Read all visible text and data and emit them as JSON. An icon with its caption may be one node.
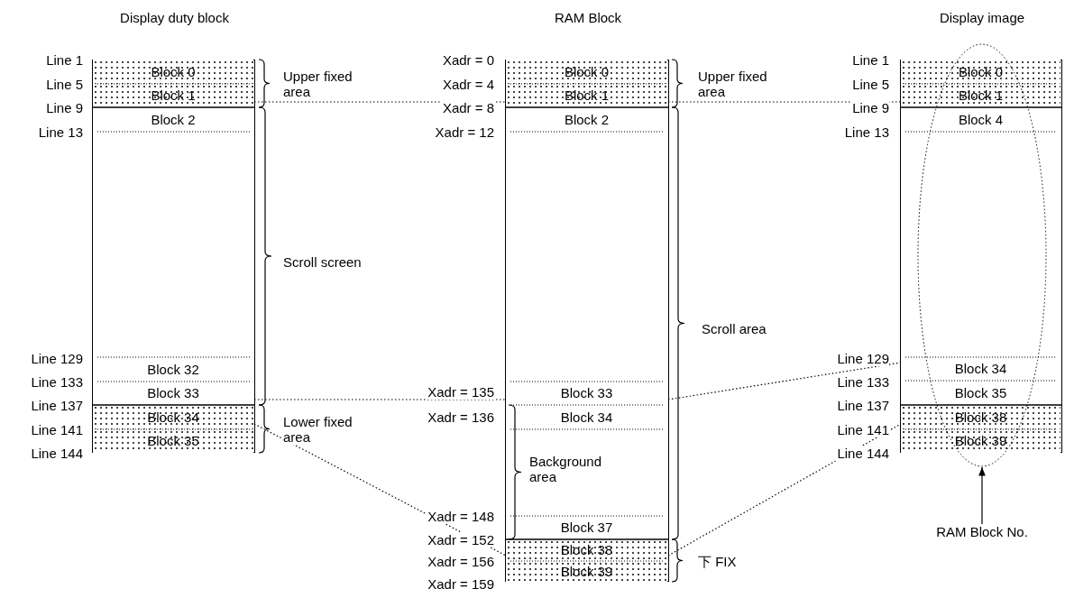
{
  "diagram": {
    "nodes": [
      {
        "text": [
          "Display duty block"
        ]
      },
      {
        "text": [
          "Block 0"
        ],
        "in": 0
      },
      {
        "text": [
          "Block 1"
        ],
        "in": 0
      },
      {
        "text": [
          "Block 2"
        ],
        "in": 0
      },
      {
        "text": [
          "Block 32"
        ],
        "in": 0
      },
      {
        "text": [
          "Block 33"
        ],
        "in": 0
      },
      {
        "text": [
          "Block 34"
        ],
        "in": 0
      },
      {
        "text": [
          "Block 35"
        ],
        "in": 0
      },
      {
        "text": [
          "RAM Block"
        ]
      },
      {
        "text": [
          "Block 0"
        ],
        "in": 8
      },
      {
        "text": [
          "Block 1"
        ],
        "in": 8
      },
      {
        "text": [
          "Block 2"
        ],
        "in": 8
      },
      {
        "text": [
          "Block 33"
        ],
        "in": 8
      },
      {
        "text": [
          "Block 34"
        ],
        "in": 8
      },
      {
        "text": [
          "Block 37"
        ],
        "in": 8
      },
      {
        "text": [
          "Block 38"
        ],
        "in": 8
      },
      {
        "text": [
          "Block 39"
        ],
        "in": 8
      },
      {
        "text": [
          "Display image"
        ]
      },
      {
        "text": [
          "Block 0"
        ],
        "in": 17
      },
      {
        "text": [
          "Block 1"
        ],
        "in": 17
      },
      {
        "text": [
          "Block 4"
        ],
        "in": 17
      },
      {
        "text": [
          "Block 34"
        ],
        "in": 17
      },
      {
        "text": [
          "Block 35"
        ],
        "in": 17
      },
      {
        "text": [
          "Block 38"
        ],
        "in": 17
      },
      {
        "text": [
          "Block 39"
        ],
        "in": 17
      },
      {
        "text": [],
        "shape": "ellipse"
      },
      {
        "text": [
          "RAM Block No."
        ]
      }
    ],
    "edges": [
      {
        "from": 2,
        "to": 10,
        "arrow": "none",
        "style": "dashed"
      },
      {
        "from": 10,
        "to": 19,
        "arrow": "none",
        "style": "dashed"
      },
      {
        "from": 5,
        "to": 12,
        "arrow": "none",
        "style": "dashed"
      },
      {
        "from": 6,
        "to": 15,
        "arrow": "none",
        "style": "dashed"
      },
      {
        "from": 12,
        "to": 21,
        "arrow": "none",
        "style": "dashed"
      },
      {
        "from": 15,
        "to": 23,
        "arrow": "none",
        "style": "dashed"
      },
      {
        "from": 26,
        "to": 25,
        "arrow": "to"
      }
    ],
    "labels": [
      "Line 1",
      "Line 5",
      "Line 9",
      "Line 13",
      "Line 129",
      "Line 133",
      "Line 137",
      "Line 141",
      "Line 144",
      "Upper fixed area",
      "Scroll screen",
      "Lower fixed area",
      "Xadr = 0",
      "Xadr = 4",
      "Xadr = 8",
      "Xadr = 12",
      "Xadr = 135",
      "Xadr = 136",
      "Xadr = 148",
      "Xadr = 152",
      "Xadr = 156",
      "Xadr = 159",
      "Upper fixed area",
      "Scroll area",
      "Background area",
      "下 FIX",
      "Line 1",
      "Line 5",
      "Line 9",
      "Line 13",
      "Line 129",
      "Line 133",
      "Line 137",
      "Line 141",
      "Line 144"
    ]
  }
}
